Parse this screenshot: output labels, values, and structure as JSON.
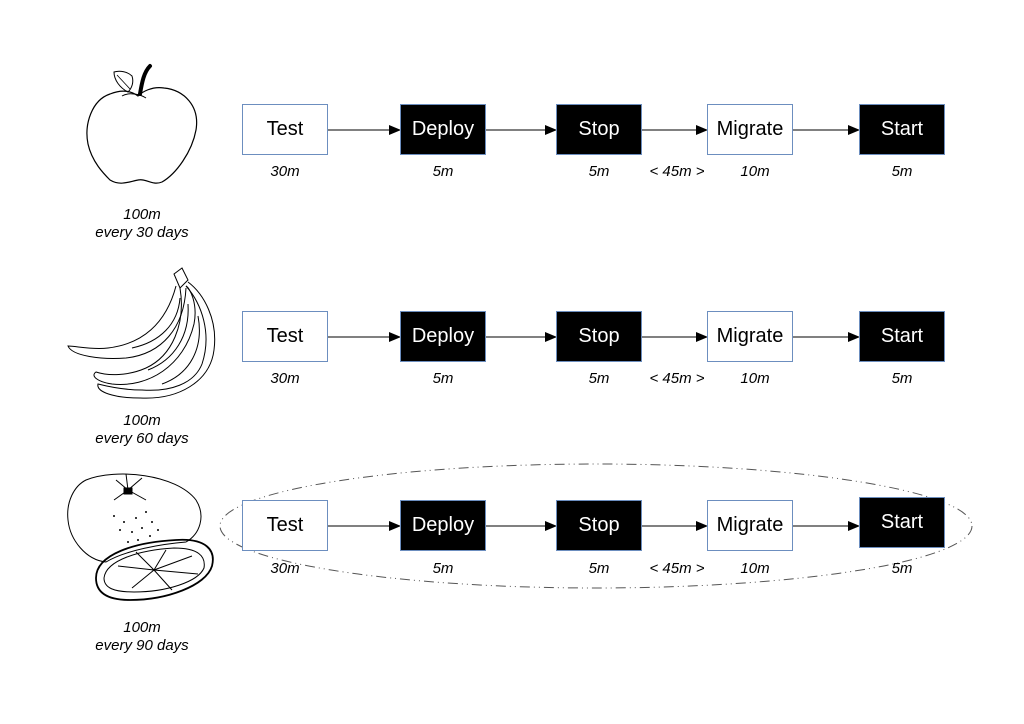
{
  "rows": [
    {
      "fruit": "apple",
      "caption_duration": "100m",
      "caption_frequency": "every 30 days",
      "highlighted": false,
      "steps": [
        {
          "label": "Test",
          "style": "white",
          "duration": "30m"
        },
        {
          "label": "Deploy",
          "style": "black",
          "duration": "5m"
        },
        {
          "label": "Stop",
          "style": "black",
          "duration": "5m"
        },
        {
          "label": "Migrate",
          "style": "white",
          "duration": "10m"
        },
        {
          "label": "Start",
          "style": "black",
          "duration": "5m"
        }
      ],
      "gap_label": "< 45m >"
    },
    {
      "fruit": "banana",
      "caption_duration": "100m",
      "caption_frequency": "every 60 days",
      "highlighted": false,
      "steps": [
        {
          "label": "Test",
          "style": "white",
          "duration": "30m"
        },
        {
          "label": "Deploy",
          "style": "black",
          "duration": "5m"
        },
        {
          "label": "Stop",
          "style": "black",
          "duration": "5m"
        },
        {
          "label": "Migrate",
          "style": "white",
          "duration": "10m"
        },
        {
          "label": "Start",
          "style": "black",
          "duration": "5m"
        }
      ],
      "gap_label": "< 45m >"
    },
    {
      "fruit": "orange",
      "caption_duration": "100m",
      "caption_frequency": "every 90 days",
      "highlighted": true,
      "steps": [
        {
          "label": "Test",
          "style": "white",
          "duration": "30m"
        },
        {
          "label": "Deploy",
          "style": "black",
          "duration": "5m"
        },
        {
          "label": "Stop",
          "style": "black",
          "duration": "5m"
        },
        {
          "label": "Migrate",
          "style": "white",
          "duration": "10m"
        },
        {
          "label": "Start",
          "style": "black",
          "duration": "5m"
        }
      ],
      "gap_label": "< 45m >"
    }
  ]
}
